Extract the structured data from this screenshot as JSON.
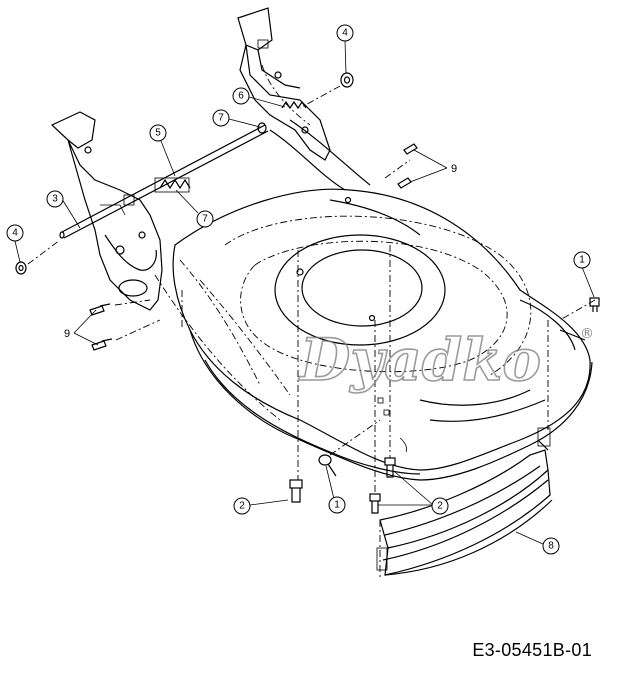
{
  "callouts": {
    "c1a": "1",
    "c1b": "1",
    "c2a": "2",
    "c2b": "2",
    "c3": "3",
    "c4a": "4",
    "c4b": "4",
    "c5": "5",
    "c6": "6",
    "c7a": "7",
    "c7b": "7",
    "c8": "8",
    "l9a": "9",
    "l9b": "9"
  },
  "watermark": {
    "text": "Dyadko",
    "reg": "®"
  },
  "document_code": "E3-05451B-01"
}
